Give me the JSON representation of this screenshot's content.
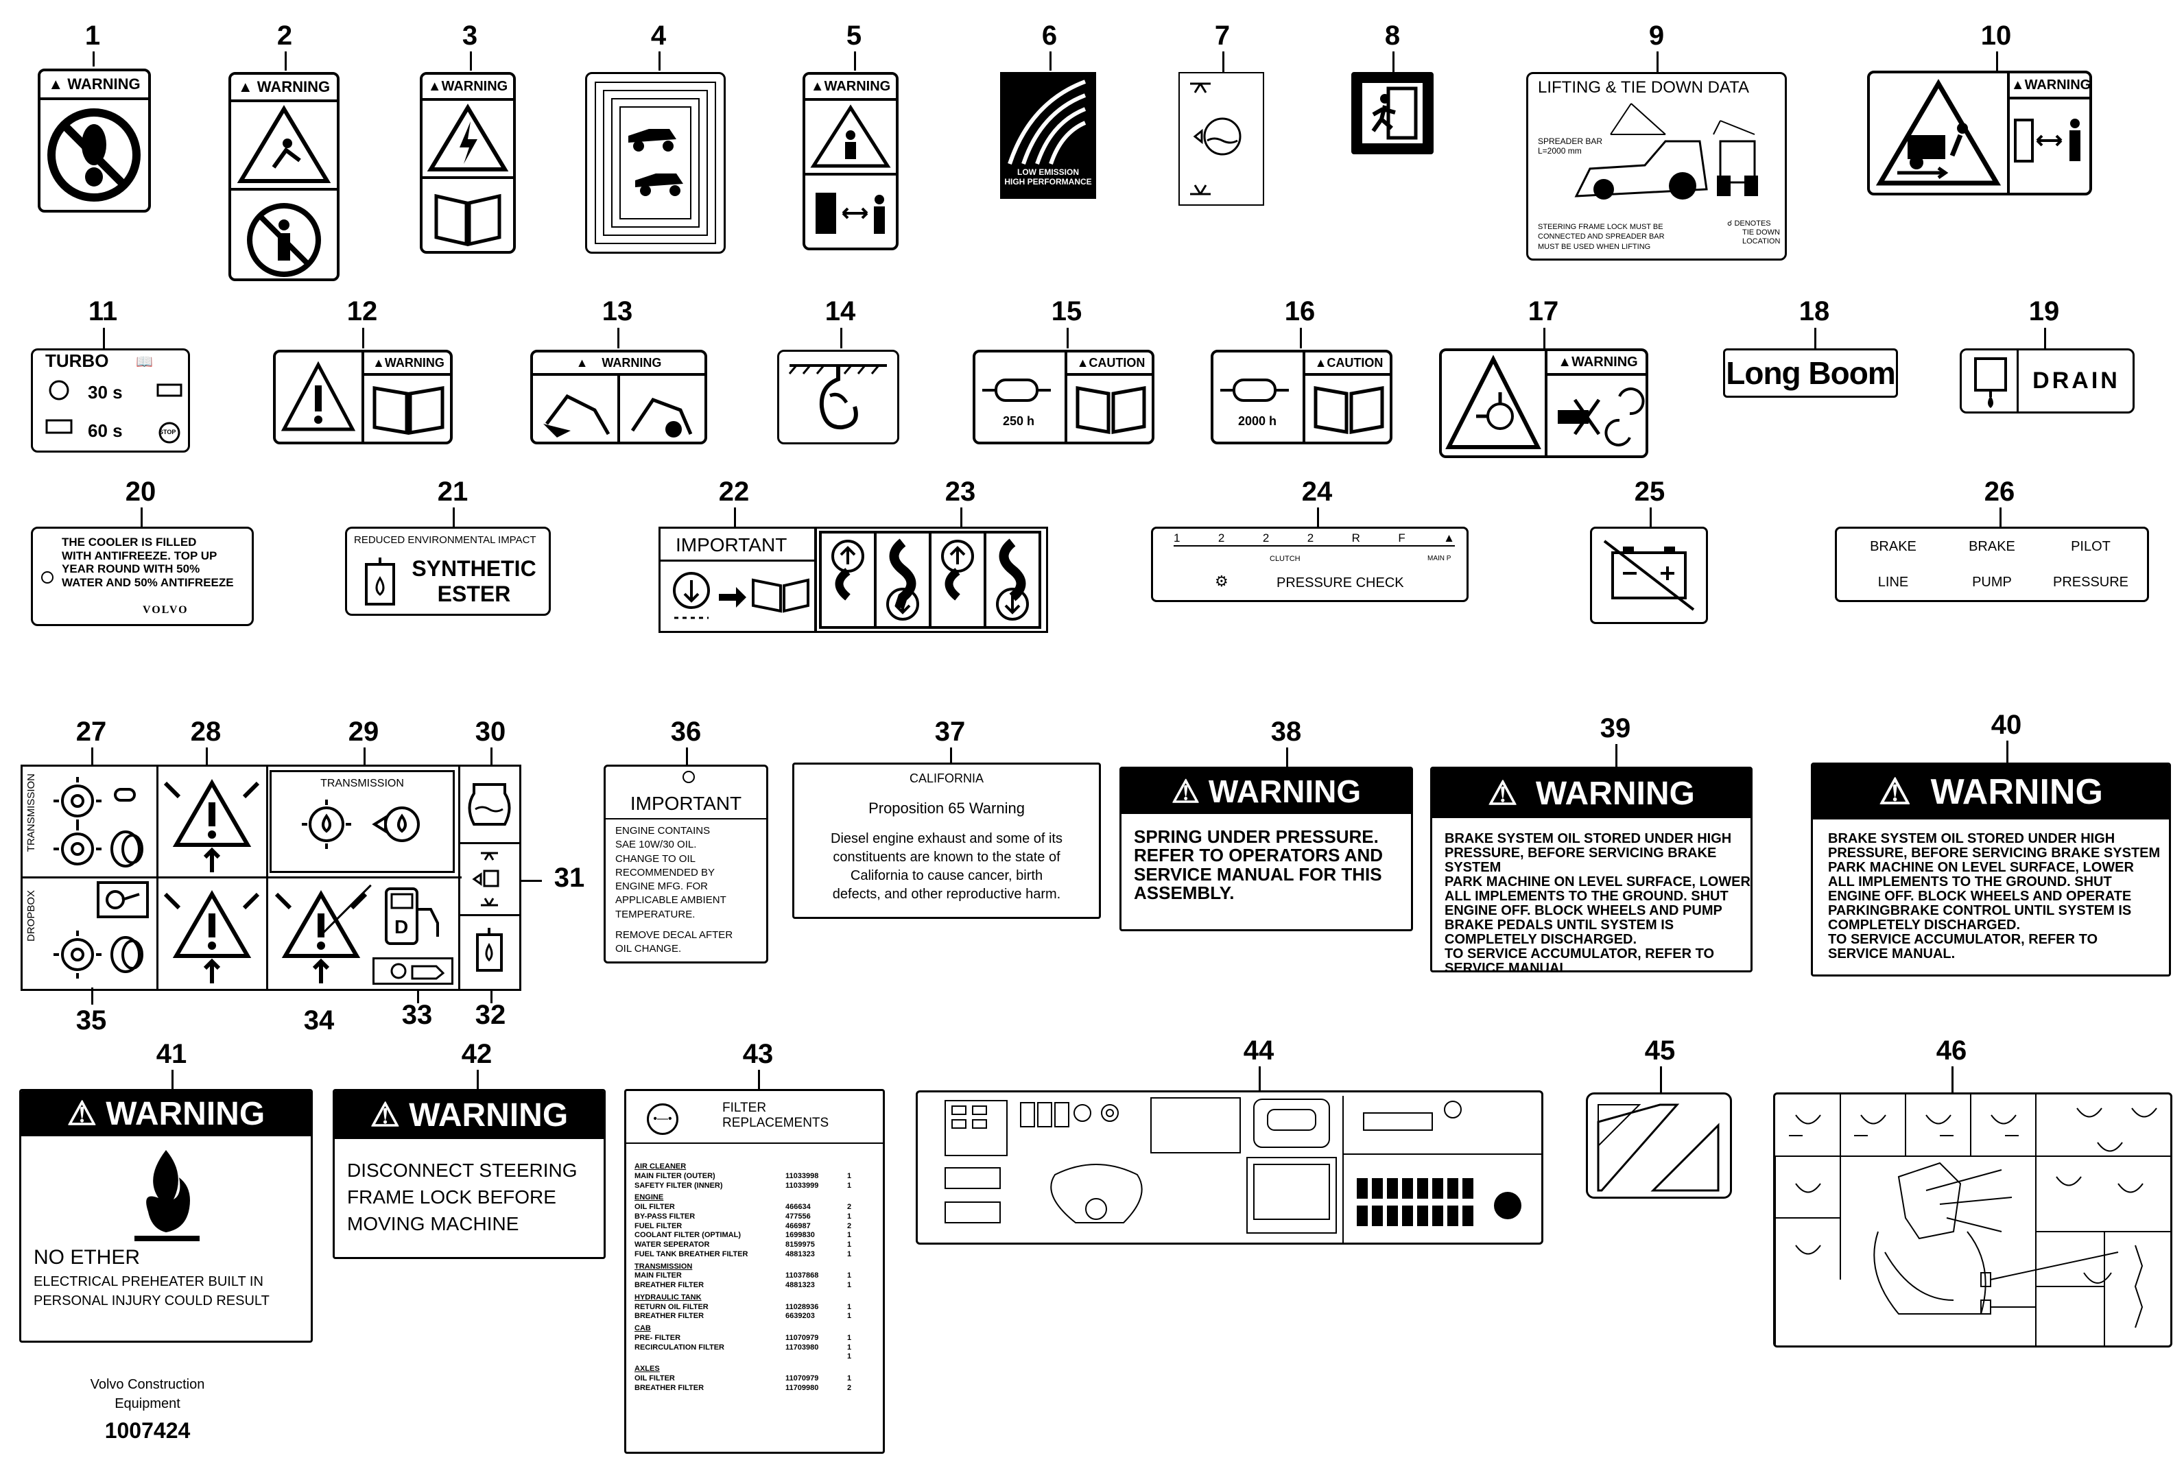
{
  "callouts": [
    "1",
    "2",
    "3",
    "4",
    "5",
    "6",
    "7",
    "8",
    "9",
    "10",
    "11",
    "12",
    "13",
    "14",
    "15",
    "16",
    "17",
    "18",
    "19",
    "20",
    "21",
    "22",
    "23",
    "24",
    "25",
    "26",
    "27",
    "28",
    "29",
    "30",
    "31",
    "32",
    "33",
    "34",
    "35",
    "36",
    "37",
    "38",
    "39",
    "40",
    "41",
    "42",
    "43",
    "44",
    "45",
    "46"
  ],
  "labels": {
    "warning": "WARNING",
    "caution": "CAUTION",
    "important": "IMPORTANT",
    "d6_line1": "LOW EMISSION",
    "d6_line2": "HIGH PERFORMANCE",
    "d9_title": "LIFTING & TIE DOWN DATA",
    "d9_spreader1": "SPREADER BAR",
    "d9_spreader2": "L=2000 mm",
    "d9_note1": "STEERING FRAME LOCK MUST BE",
    "d9_note2": "CONNECTED AND SPREADER BAR",
    "d9_note3": "MUST BE USED WHEN LIFTING",
    "d9_denotes1": "DENOTES",
    "d9_denotes2": "TIE DOWN",
    "d9_denotes3": "LOCATION",
    "d11_turbo": "TURBO",
    "d11_30s": "30 s",
    "d11_60s": "60 s",
    "d11_stop": "STOP",
    "d15_hours": "250 h",
    "d16_hours": "2000 h",
    "d18": "Long Boom",
    "d19": "DRAIN",
    "d20_l1": "THE COOLER IS FILLED",
    "d20_l2": "WITH ANTIFREEZE. TOP UP",
    "d20_l3": "YEAR ROUND WITH 50%",
    "d20_l4": "WATER AND 50% ANTIFREEZE",
    "d20_brand": "VOLVO",
    "d21_top": "REDUCED ENVIRONMENTAL IMPACT",
    "d21_l1": "SYNTHETIC",
    "d21_l2": "ESTER",
    "d24_gears": [
      "1",
      "2",
      "2",
      "2",
      "R",
      "F"
    ],
    "d24_clutch": "CLUTCH",
    "d24_mainp": "MAIN P",
    "d24_pressure": "PRESSURE CHECK",
    "d26": [
      "BRAKE",
      "BRAKE",
      "PILOT",
      "LINE",
      "PUMP",
      "PRESSURE"
    ],
    "d27_transmission": "TRANSMISSION",
    "d35_dropbox": "DROPBOX",
    "d29_transmission": "TRANSMISSION",
    "d36_lines": [
      "ENGINE CONTAINS",
      "SAE 10W/30 OIL.",
      "CHANGE TO OIL",
      "RECOMMENDED BY",
      "ENGINE MFG. FOR",
      "APPLICABLE AMBIENT",
      "TEMPERATURE."
    ],
    "d36_remove": [
      "REMOVE DECAL AFTER",
      "OIL CHANGE."
    ],
    "d37_title": "CALIFORNIA",
    "d37_sub": "Proposition 65 Warning",
    "d37_lines": [
      "Diesel engine exhaust and some of its",
      "constituents are known to the state of",
      "California to cause cancer, birth",
      "defects, and other reproductive harm."
    ],
    "d38_lines": [
      "SPRING UNDER PRESSURE.",
      "REFER TO OPERATORS AND",
      "SERVICE MANUAL FOR THIS",
      "ASSEMBLY."
    ],
    "d39_lines": [
      "BRAKE SYSTEM OIL STORED UNDER HIGH",
      "PRESSURE, BEFORE SERVICING BRAKE SYSTEM",
      "PARK MACHINE ON LEVEL SURFACE, LOWER",
      "ALL IMPLEMENTS TO THE GROUND. SHUT",
      "ENGINE OFF. BLOCK WHEELS AND PUMP",
      "BRAKE PEDALS UNTIL SYSTEM IS",
      "COMPLETELY DISCHARGED.",
      "TO SERVICE ACCUMULATOR, REFER TO",
      "SERVICE MANUAL."
    ],
    "d40_lines": [
      "BRAKE SYSTEM OIL STORED UNDER HIGH",
      "PRESSURE, BEFORE SERVICING BRAKE SYSTEM",
      "PARK MACHINE ON LEVEL SURFACE, LOWER",
      "ALL IMPLEMENTS TO THE GROUND. SHUT",
      "ENGINE OFF. BLOCK WHEELS AND OPERATE",
      "PARKINGBRAKE CONTROL UNTIL SYSTEM IS",
      "COMPLETELY DISCHARGED.",
      "TO SERVICE ACCUMULATOR, REFER TO",
      "SERVICE MANUAL."
    ],
    "d41_noether": "NO ETHER",
    "d41_l1": "ELECTRICAL PREHEATER BUILT IN",
    "d41_l2": "PERSONAL INJURY COULD RESULT",
    "d42_lines": [
      "DISCONNECT STEERING",
      "FRAME LOCK BEFORE",
      "MOVING MACHINE"
    ],
    "d43_title1": "FILTER",
    "d43_title2": "REPLACEMENTS",
    "d43_sections": [
      {
        "h": "AIR CLEANER",
        "rows": [
          [
            "MAIN FILTER (OUTER)",
            "11033998",
            "1"
          ],
          [
            "SAFETY FILTER (INNER)",
            "11033999",
            "1"
          ]
        ]
      },
      {
        "h": "ENGINE",
        "rows": [
          [
            "OIL FILTER",
            "466634",
            "2"
          ],
          [
            "BY-PASS FILTER",
            "477556",
            "1"
          ],
          [
            "FUEL FILTER",
            "466987",
            "2"
          ],
          [
            "COOLANT FILTER (OPTIMAL)",
            "1699830",
            "1"
          ],
          [
            "WATER SEPERATOR",
            "8159975",
            "1"
          ],
          [
            "FUEL TANK BREATHER FILTER",
            "4881323",
            "1"
          ]
        ]
      },
      {
        "h": "TRANSMISSION",
        "rows": [
          [
            "MAIN FILTER",
            "11037868",
            "1"
          ],
          [
            "BREATHER FILTER",
            "4881323",
            "1"
          ]
        ]
      },
      {
        "h": "HYDRAULIC TANK",
        "rows": [
          [
            "RETURN OIL FILTER",
            "11028936",
            "1"
          ],
          [
            "BREATHER FILTER",
            "6639203",
            "1"
          ]
        ]
      },
      {
        "h": "CAB",
        "rows": [
          [
            "PRE- FILTER",
            "11070979",
            "1"
          ],
          [
            "RECIRCULATION FILTER",
            "11703980",
            "1"
          ],
          [
            "",
            "",
            "1"
          ]
        ]
      },
      {
        "h": "AXLES",
        "rows": [
          [
            "OIL FILTER",
            "11070979",
            "1"
          ],
          [
            "BREATHER FILTER",
            "11709980",
            "2"
          ]
        ]
      }
    ],
    "footer1": "Volvo Construction",
    "footer2": "Equipment",
    "footer3": "1007424"
  }
}
